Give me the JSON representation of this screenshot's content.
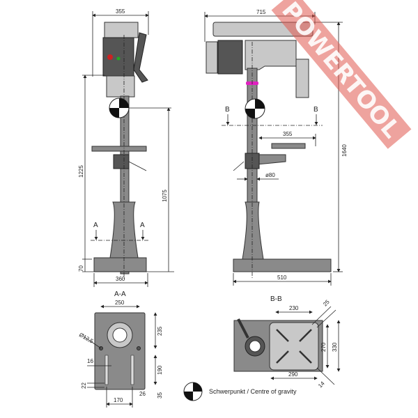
{
  "watermark": "POWERTOOL",
  "front_view": {
    "width_top": "355",
    "height_head": "1225",
    "height_cog": "1075",
    "base_height": "70",
    "base_width": "360",
    "section_mark_left": "A",
    "section_mark_right": "A"
  },
  "side_view": {
    "width_top": "715",
    "total_height": "1640",
    "table_reach": "355",
    "column_diameter": "ø80",
    "base_width": "510",
    "section_mark_left": "B",
    "section_mark_right": "B"
  },
  "section_a": {
    "title": "A-A",
    "width": "250",
    "height_upper": "235",
    "hole_diameter": "Ø12,5",
    "slot_width": "16",
    "height_slot": "190",
    "slot_offset": "22",
    "bottom_margin": "35",
    "slot_spacing": "170",
    "slot_edge": "26"
  },
  "section_b": {
    "title": "B-B",
    "table_top_width": "230",
    "corner_top": "25",
    "inner_height": "270",
    "outer_height": "330",
    "table_bottom_width": "290",
    "corner_bottom": "14"
  },
  "legend": {
    "label": "Schwerpunkt / Centre of gravity"
  },
  "colors": {
    "watermark": "#e0574f",
    "collar": "#e020c0"
  }
}
